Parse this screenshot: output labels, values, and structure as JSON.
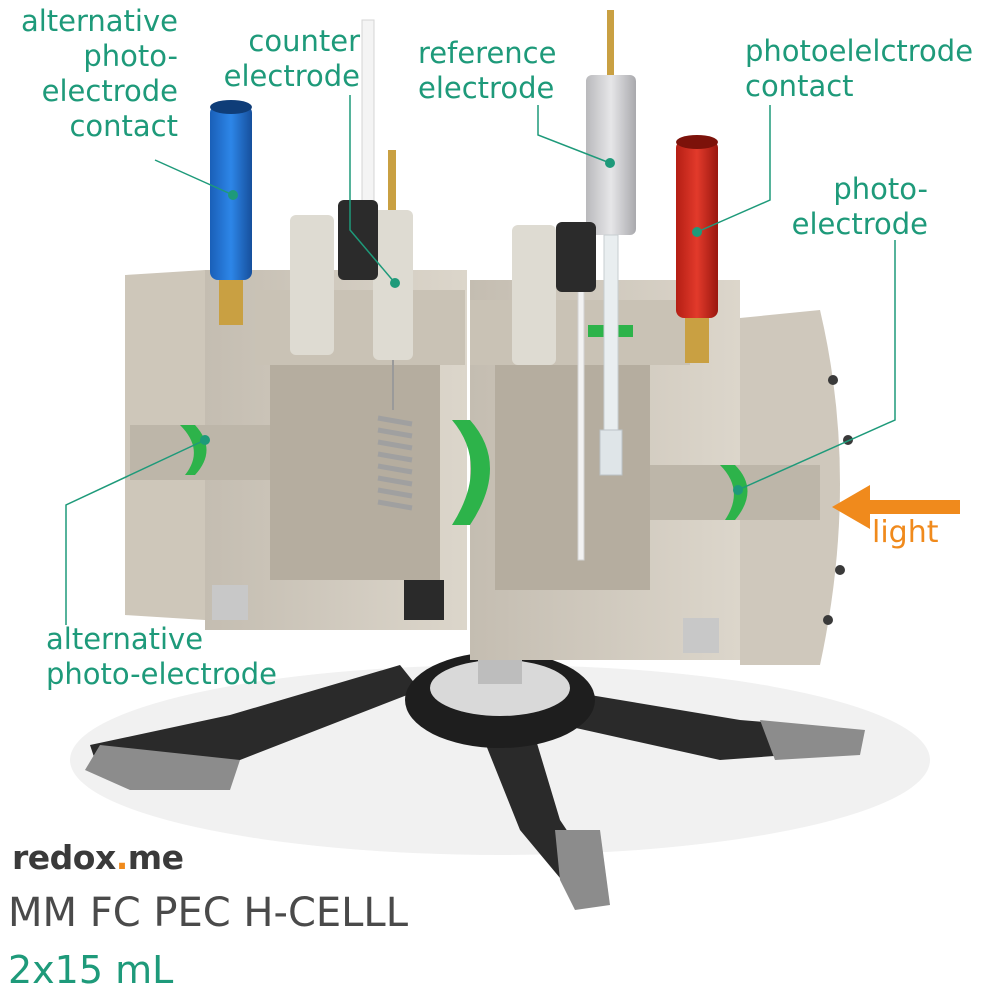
{
  "labels": {
    "alt_contact": "alternative\nphoto-\nelectrode\ncontact",
    "counter": "counter\nelectrode",
    "reference": "reference\nelectrode",
    "photo_contact": "photoelelctrode\ncontact",
    "photo_electrode": "photo-\nelectrode",
    "alt_photo": "alternative\nphoto-electrode",
    "light": "light"
  },
  "brand": {
    "name_a": "redox",
    "dot": ".",
    "name_b": "me"
  },
  "product": {
    "model": "MM FC PEC H-CELLL",
    "volume": "2x15 mL"
  },
  "colors": {
    "label": "#1e9a7a",
    "accent": "#f08a1c",
    "body": "#cfc8bc",
    "seal": "#2db34a",
    "red_contact": "#d42a1e",
    "blue_contact": "#1f6fd0"
  }
}
